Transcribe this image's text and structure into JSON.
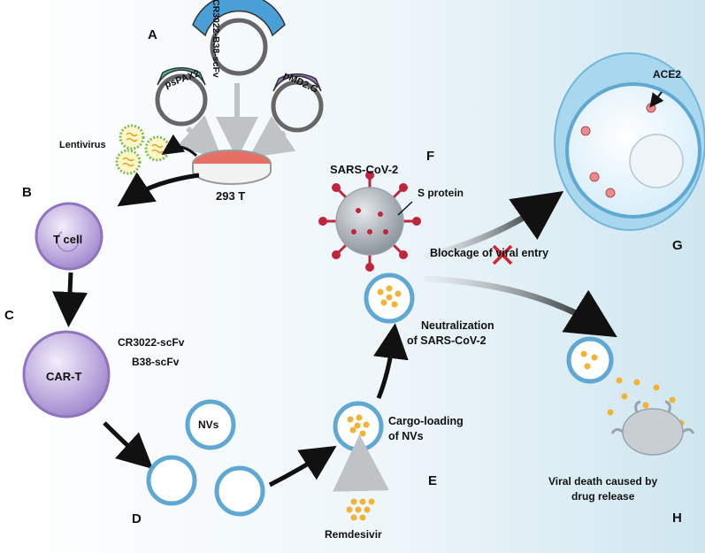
{
  "panels": {
    "A": "A",
    "B": "B",
    "C": "C",
    "D": "D",
    "E": "E",
    "F": "F",
    "G": "G",
    "H": "H"
  },
  "plasmids": {
    "center": "CR3022-B38-scFv",
    "left": "psPAX2",
    "right": "pMD2.G"
  },
  "labels": {
    "lentivirus": "Lentivirus",
    "cell_293t": "293 T",
    "t_cell": "T cell",
    "car_t": "CAR-T",
    "cr3022": "CR3022-scFv",
    "b38": "B38-scFv",
    "nvs": "NVs",
    "remdesivir": "Remdesivir",
    "cargo_line1": "Cargo-loading",
    "cargo_line2": "of NVs",
    "sars": "SARS-CoV-2",
    "s_protein": "S protein",
    "blockage": "Blockage of viral entry",
    "neut_line1": "Neutralization",
    "neut_line2": "of SARS-CoV-2",
    "ace2": "ACE2",
    "death_line1": "Viral death caused by",
    "death_line2": "drug release"
  },
  "colors": {
    "membrane": "#5fa8d3",
    "tcell": "#b9a3dc",
    "virus": "#9aa3ab",
    "spike": "#c0243a",
    "plasmid_green": "#4fb39d",
    "plasmid_blue": "#4a9fd6",
    "plasmid_purple": "#9a6fc4",
    "drug": "#f2b233",
    "host": "#a8d7ee"
  }
}
